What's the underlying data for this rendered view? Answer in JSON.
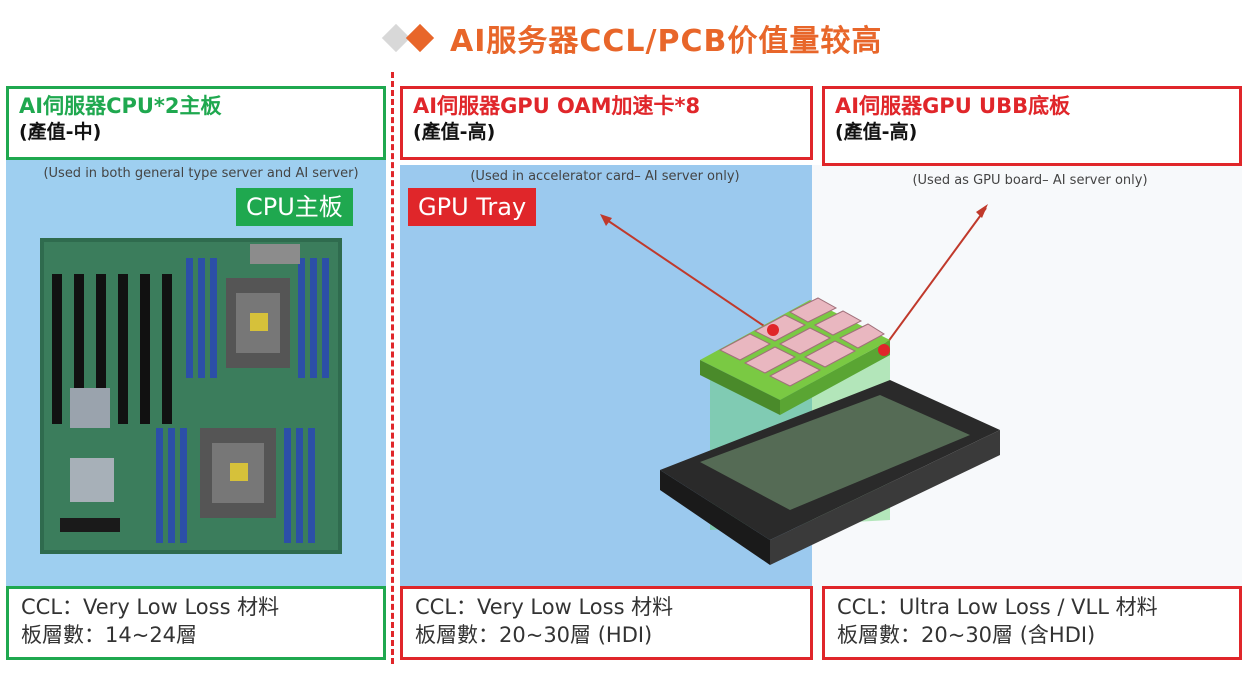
{
  "title": "AI服务器CCL/PCB价值量较高",
  "panels": [
    {
      "header": "AI伺服器CPU*2主板",
      "value": "(產值-中)",
      "note": "(Used in both general type server and AI server)",
      "tag": "CPU主板",
      "footer_ccl": "CCL：Very Low Loss 材料",
      "footer_layers": "板層數：14~24層"
    },
    {
      "header": "AI伺服器GPU OAM加速卡*8",
      "value": "(產值-高)",
      "note": "(Used in accelerator card– AI server only)",
      "tag": "GPU Tray",
      "footer_ccl": "CCL：Very Low Loss 材料",
      "footer_layers": "板層數：20~30層 (HDI)"
    },
    {
      "header": "AI伺服器GPU UBB底板",
      "value": "(產值-高)",
      "note": "(Used as GPU board– AI server only)",
      "footer_ccl": "CCL：Ultra Low Loss / VLL 材料",
      "footer_layers": "板層數：20~30層 (含HDI)"
    }
  ],
  "colors": {
    "accent": "#e8662a",
    "green": "#1fa84f",
    "red": "#e0262a",
    "panel_blue": "#9ecff0"
  }
}
